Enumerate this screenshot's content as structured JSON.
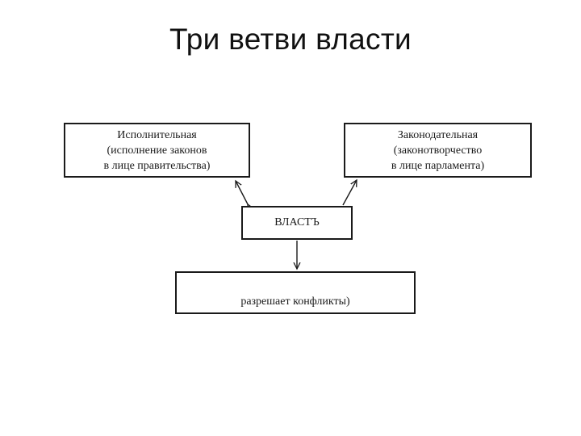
{
  "slide": {
    "title": "Три ветви власти"
  },
  "diagram": {
    "executive": {
      "lines": [
        "Исполнительная",
        "(исполнение  законов",
        "в лице  правительства)"
      ]
    },
    "legislative": {
      "lines": [
        "Законодательная",
        "(законотворчество",
        "в  лице  парламента)"
      ]
    },
    "power": {
      "label": "ВЛАСТЪ"
    },
    "judicial": {
      "lines": [
        "разрешает конфликты)"
      ]
    }
  }
}
